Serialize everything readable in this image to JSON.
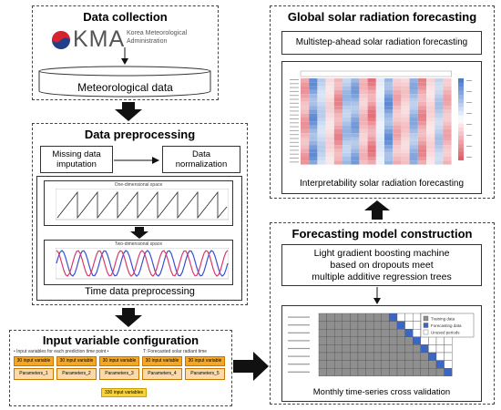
{
  "panels": {
    "data_collection": {
      "title": "Data collection",
      "logo_text": "KMA",
      "org_name_line1": "Korea Meteorological",
      "org_name_line2": "Administration",
      "cylinder_label": "Meteorological data"
    },
    "data_preprocessing": {
      "title": "Data preprocessing",
      "missing_line1": "Missing data",
      "missing_line2": "imputation",
      "normalization_line1": "Data",
      "normalization_line2": "normalization",
      "chart1_title": "One-dimensional space",
      "chart2_title": "Two-dimensional space",
      "time_label": "Time data preprocessing"
    },
    "input_variable": {
      "title": "Input variable configuration",
      "note_left": "• Input variables for each prediction time point •",
      "note_right": "T: Forecasted solar radiant time",
      "slots": [
        "30 input variable",
        "30 input variable",
        "30 input variable",
        "30 input variable",
        "30 input variable"
      ],
      "slots_sub": [
        "Parameters_1",
        "Parameters_2",
        "Parameters_3",
        "Parameters_4",
        "Parameters_5"
      ],
      "total": "330 input variables"
    },
    "global_forecast": {
      "title": "Global solar radiation forecasting",
      "multistep": "Multistep-ahead solar radiation forecasting",
      "interpret": "Interpretability solar radiation forecasting"
    },
    "model_construction": {
      "title": "Forecasting model construction",
      "model_line1": "Light gradient boosting machine",
      "model_line2": "based on dropouts meet",
      "model_line3": "multiple additive regression trees",
      "cv_label": "Monthly time-series cross validation",
      "legend": [
        "Training data",
        "Forecasting data",
        "Unused periods"
      ]
    }
  },
  "colors": {
    "arrow": "#111111",
    "heat_red": "#e0505a",
    "heat_blue": "#4a6fc8",
    "train_gray": "#8f8f8f",
    "test_blue": "#3b66c4",
    "orange": "#f5a623",
    "highlight_yellow": "#f7d23d"
  }
}
